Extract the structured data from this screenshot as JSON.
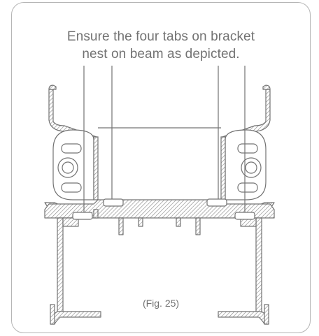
{
  "instruction": {
    "line1": "Ensure the four tabs on bracket",
    "line2": "nest on beam as depicted."
  },
  "figure_label": "(Fig. 25)",
  "colors": {
    "stroke": "#737373",
    "hatch": "#8c8c8c",
    "frame": "#b5b5b5",
    "text": "#727272"
  }
}
